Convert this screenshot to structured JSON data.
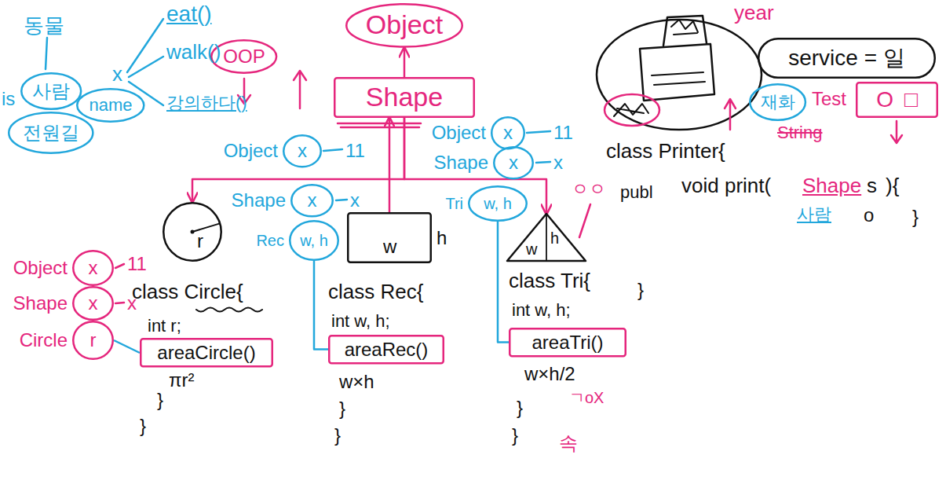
{
  "diagram": {
    "nodes": [
      {
        "text": [
          "Object"
        ]
      },
      {
        "text": [
          "Shape"
        ]
      },
      {
        "text": [
          "r"
        ]
      },
      {
        "text": [
          "w",
          "h"
        ]
      },
      {
        "text": [
          "w",
          "h"
        ]
      },
      {
        "text": [
          "Object",
          "x"
        ]
      },
      {
        "text": [
          "Shape",
          "x"
        ]
      },
      {
        "text": [
          "Circle",
          "r"
        ]
      },
      {
        "text": [
          "Object",
          "x"
        ]
      },
      {
        "text": [
          "Shape",
          "x"
        ]
      },
      {
        "text": [
          "Rec",
          "w, h"
        ]
      },
      {
        "text": [
          "Object",
          "x"
        ]
      },
      {
        "text": [
          "Shape",
          "x"
        ]
      },
      {
        "text": [
          "Tri",
          "w, h"
        ]
      },
      {
        "text": [
          "areaCircle()"
        ]
      },
      {
        "text": [
          "areaRec()"
        ]
      },
      {
        "text": [
          "areaTri()"
        ]
      },
      {
        "text": [
          "사람"
        ]
      },
      {
        "text": [
          "전원길"
        ]
      },
      {
        "text": [
          "name"
        ]
      },
      {
        "text": [
          "OOP"
        ]
      },
      {
        "text": [
          "service = 일"
        ]
      },
      {
        "text": [
          "재화"
        ]
      },
      {
        "text": [
          "O",
          "□"
        ]
      }
    ],
    "edges": [
      {
        "from": 1,
        "to": 0,
        "arrow": "to"
      },
      {
        "from": 3,
        "to": 1,
        "arrow": "to"
      },
      {
        "from": 1,
        "to": 2,
        "arrow": "to"
      },
      {
        "from": 1,
        "to": 4,
        "arrow": "to"
      },
      {
        "from": 7,
        "to": 14,
        "arrow": "none"
      },
      {
        "from": 10,
        "to": 15,
        "arrow": "none"
      },
      {
        "from": 13,
        "to": 16,
        "arrow": "none"
      }
    ],
    "labels": [
      "동물",
      "is",
      "x",
      "eat()",
      "walk()",
      "강의하다()",
      "11",
      "x",
      "11",
      "x",
      "11",
      "x",
      "class Circle{",
      "int r;",
      "πr²",
      "}",
      "}",
      "class Rec{",
      "int w, h;",
      "w×h",
      "}",
      "}",
      "class Tri{",
      "int w, h;",
      "w×h/2",
      "}",
      "}",
      "}",
      "ㄱoX",
      "속",
      "year",
      "Test",
      "String",
      "class Printer{",
      "ㅇㅇ",
      "publ",
      "void print(",
      "Shape",
      "s",
      "){",
      "사람",
      "o",
      "}"
    ]
  }
}
